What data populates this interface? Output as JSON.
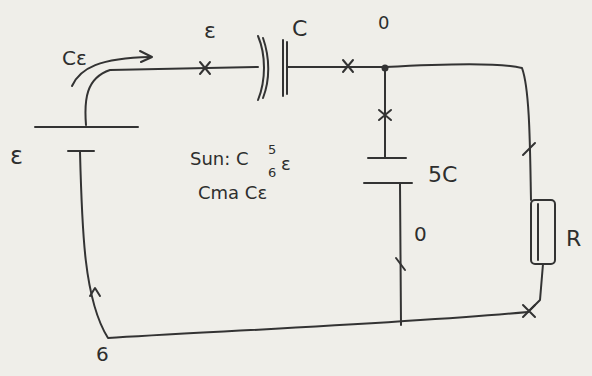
{
  "diagram": {
    "labels": [
      "Cε",
      "ε",
      "C",
      "0",
      "Sun: C",
      "5",
      "6",
      "ε",
      "Cma Cε",
      "5C",
      "0",
      "R",
      "ε",
      "6"
    ]
  }
}
